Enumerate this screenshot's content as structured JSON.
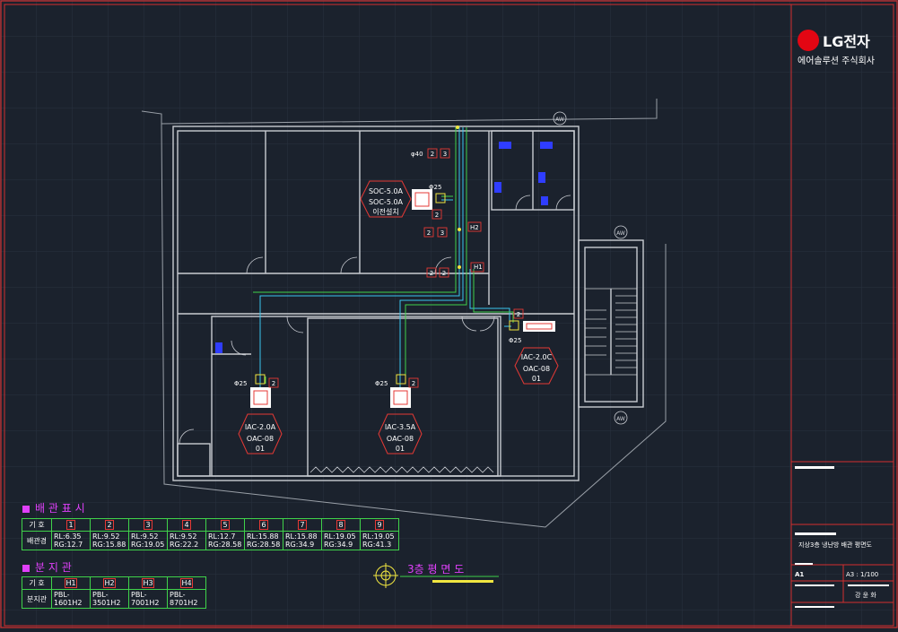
{
  "brand": {
    "name": "LG전자",
    "sub": "에어솔루션 주식회사",
    "color": "#e30613"
  },
  "title_block": {
    "drawing_title": "지상3층 냉난방 배관 평면도",
    "size_label": "A1",
    "scale_label": "A3 : 1/100",
    "name": "강 윤 화"
  },
  "plan_title": "3층 평 면 도",
  "units": [
    {
      "id": "soc",
      "lines": [
        "SOC-5.0A",
        "SOC-5.0A",
        "이전설치"
      ]
    },
    {
      "id": "iac20c",
      "lines": [
        "IAC-2.0C",
        "OAC-08",
        "01"
      ]
    },
    {
      "id": "iac20a",
      "lines": [
        "IAC-2.0A",
        "OAC-08",
        "01"
      ]
    },
    {
      "id": "iac35a",
      "lines": [
        "IAC-3.5A",
        "OAC-08",
        "01"
      ]
    }
  ],
  "labels": {
    "phi40": "φ40",
    "phi25": "Φ25",
    "aw": "AW",
    "h1": "H1",
    "h2": "H2"
  },
  "pipe_table": {
    "heading": "배 관 표 시",
    "row1_label": "기 호",
    "row2_label": "배관경",
    "codes": [
      "1",
      "2",
      "3",
      "4",
      "5",
      "6",
      "7",
      "8",
      "9"
    ],
    "sizes": [
      [
        "RL:6.35",
        "RG:12.7"
      ],
      [
        "RL:9.52",
        "RG:15.88"
      ],
      [
        "RL:9.52",
        "RG:19.05"
      ],
      [
        "RL:9.52",
        "RG:22.2"
      ],
      [
        "RL:12.7",
        "RG:28.58"
      ],
      [
        "RL:15.88",
        "RG:28.58"
      ],
      [
        "RL:15.88",
        "RG:34.9"
      ],
      [
        "RL:19.05",
        "RG:34.9"
      ],
      [
        "RL:19.05",
        "RG:41.3"
      ]
    ]
  },
  "branch_table": {
    "heading": "분 지 관",
    "row1_label": "기 호",
    "row2_label": "분지관",
    "codes": [
      "H1",
      "H2",
      "H3",
      "H4"
    ],
    "parts": [
      [
        "PBL-",
        "1601H2"
      ],
      [
        "PBL-",
        "3501H2"
      ],
      [
        "PBL-",
        "7001H2"
      ],
      [
        "PBL-",
        "8701H2"
      ]
    ]
  },
  "colors": {
    "bg": "#1b222d",
    "wall": "#c9ccd2",
    "pipe_green": "#3fd24a",
    "pipe_cyan": "#38c6f0",
    "pipe_yellow": "#f1e640",
    "tag_red": "#e53935",
    "frame": "#d32f2f",
    "fixture_blue": "#2f3dff"
  }
}
